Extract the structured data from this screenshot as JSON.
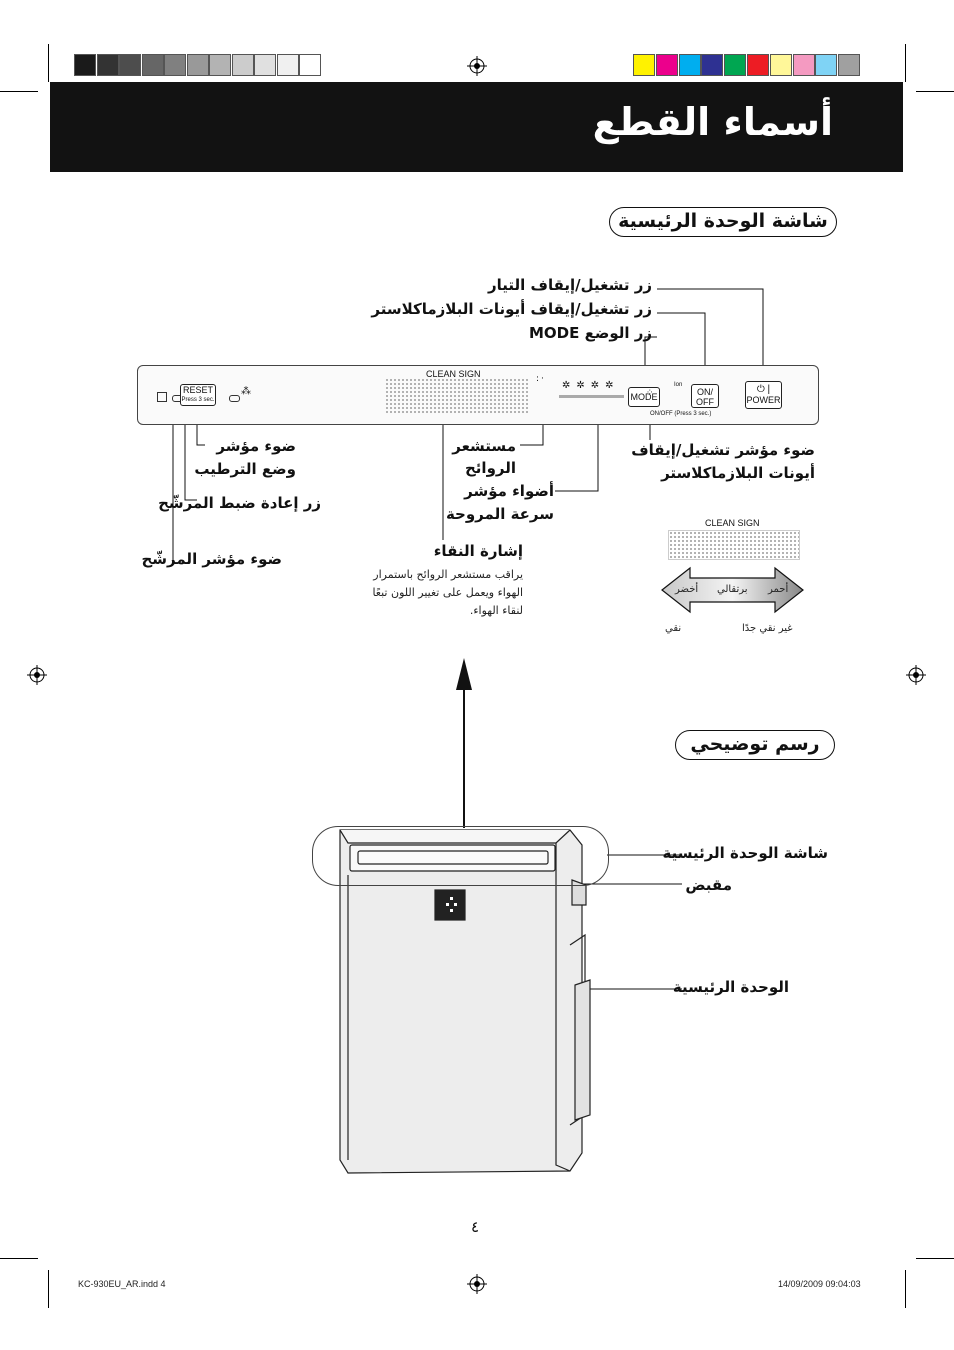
{
  "header": {
    "title": "أسماء القطع"
  },
  "section1": {
    "title": "شاشة الوحدة الرئيسية"
  },
  "section2": {
    "title": "رسم توضيحي"
  },
  "callouts_top": {
    "timer_button": "زر تشغيل/إيقاف التيار",
    "ion_button": "زر تشغيل/إيقاف أيونات البلازماكلاستر",
    "mode_button": "زر الوضع MODE"
  },
  "panel": {
    "clean_sign": "CLEAN SIGN",
    "reset_line1": "RESET",
    "reset_line2": "Press 3 sec.",
    "mode": "MODE",
    "on": "ON/",
    "off": "OFF",
    "power": "POWER",
    "ion_label": "Ion",
    "ion_press": "ON/OFF (Press 3 sec.)"
  },
  "callouts_bottom": {
    "ion_lamp_line1": "ضوء مؤشر تشغيل/إيقاف",
    "ion_lamp_line2": "أيونات البلازماكلاستر",
    "odor_line1": "مستشعر",
    "odor_line2": "الروائح",
    "fan_line1": "أضواء مؤشر",
    "fan_line2": "سرعة المروحة",
    "humid_line1": "ضوء مؤشر",
    "humid_line2": "وضع الترطيب",
    "reset_label": "زر إعادة ضبط المرشّح",
    "filter_lamp": "ضوء مؤشر المرشّح",
    "clean_title": "إشارة النقاء",
    "clean_desc1": "يراقب مستشعر الروائح باستمرار",
    "clean_desc2": "الهواء ويعمل على تغيير اللون تبعًا",
    "clean_desc3": "لنقاء الهواء."
  },
  "scale": {
    "clean_sign": "CLEAN SIGN",
    "green": "أخضر",
    "orange": "برتقالي",
    "red": "أحمر",
    "clean": "نقي",
    "unclean": "غير نقي جدًا"
  },
  "illustration": {
    "display_label": "شاشة الوحدة الرئيسية",
    "handle_label": "مقبض",
    "unit_label": "الوحدة الرئيسية"
  },
  "page_number": "٤",
  "footer": {
    "file": "KC-930EU_AR.indd   4",
    "date": "14/09/2009   09:04:03"
  },
  "colors": {
    "gray_swatches": [
      "#1a1a1a",
      "#333333",
      "#4d4d4d",
      "#666666",
      "#808080",
      "#999999",
      "#b3b3b3",
      "#cccccc",
      "#e0e0e0",
      "#f0f0f0",
      "#ffffff"
    ],
    "color_swatches": [
      "#fff200",
      "#ec008c",
      "#00aeef",
      "#2e3192",
      "#00a651",
      "#ed1c24",
      "#fff799",
      "#f49ac1",
      "#7fd3f5",
      "#a0a0a0"
    ]
  }
}
